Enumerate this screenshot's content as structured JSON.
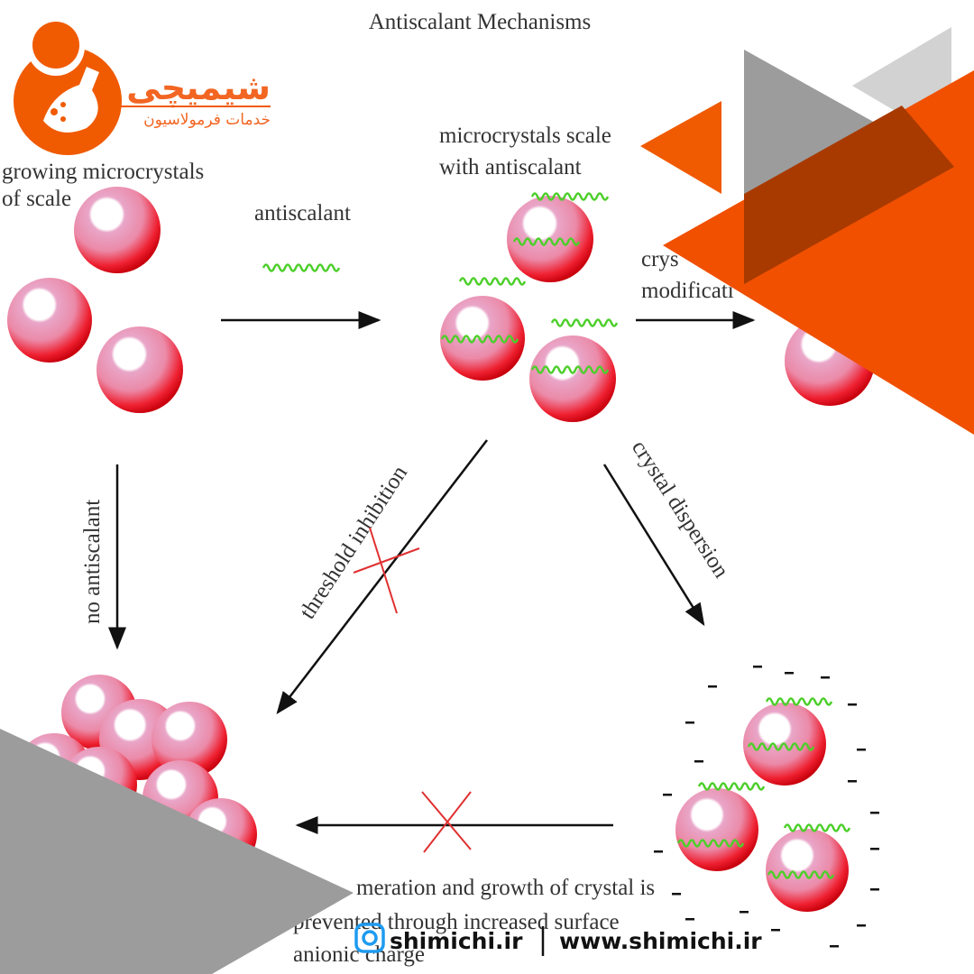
{
  "title": "Antiscalant Mechanisms",
  "labels": {
    "growing": [
      "growing microcrystals",
      "of scale"
    ],
    "antiscalant": "antiscalant",
    "with_antiscalant": [
      "microcrystals scale",
      "with antiscalant"
    ],
    "crystal_modification": [
      "crys",
      "modificati"
    ],
    "no_antiscalant": "no antiscalant",
    "threshold_inhibition": "threshold inhibition",
    "crystal_dispersion": "crystal dispersion",
    "dispersion_note": [
      "meration and growth of crystal is",
      "prevented through increased surface",
      "anionic charge"
    ]
  },
  "brand": {
    "name_fa": "شیمیچی",
    "tagline_fa": "خدمات فرمولاسیون",
    "instagram": "shimichi.ir",
    "website": "www.shimichi.ir",
    "icons": [
      "flask-logo-icon",
      "instagram-icon"
    ]
  },
  "colors": {
    "brand_orange": "#f05a00",
    "sphere_red": "#e8101a",
    "polymer_green": "#4ccf2a",
    "gray": "#9a9a9a"
  }
}
